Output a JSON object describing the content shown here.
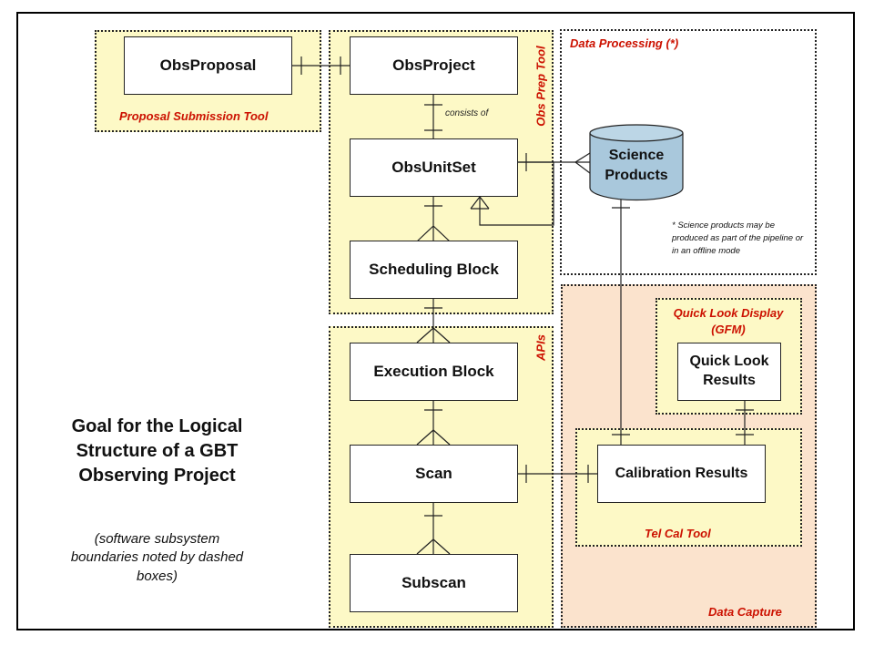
{
  "entities": {
    "obs_proposal": "ObsProposal",
    "obs_project": "ObsProject",
    "obs_unit_set": "ObsUnitSet",
    "scheduling_block": "Scheduling Block",
    "execution_block": "Execution Block",
    "scan": "Scan",
    "subscan": "Subscan",
    "science_products": "Science Products",
    "quick_look_results": "Quick Look Results",
    "calibration_results": "Calibration Results"
  },
  "regions": {
    "proposal_submission_tool": "Proposal Submission Tool",
    "obs_prep_tool": "Obs Prep Tool",
    "data_processing": "Data Processing (*)",
    "apis": "APIs",
    "quick_look_display": "Quick Look Display (GFM)",
    "tel_cal_tool": "Tel Cal Tool",
    "data_capture": "Data Capture"
  },
  "relation_label": "consists of",
  "footnote": "* Science products may be produced as part of the pipeline or in an offline mode",
  "goal_title": "Goal for the Logical Structure of a GBT Observing Project",
  "goal_subtitle": "(software subsystem boundaries noted by dashed boxes)",
  "colors": {
    "region_yellow": "#fdf9c6",
    "region_peach": "#fbe3cd",
    "label_red": "#cc1100",
    "cylinder_blue": "#a9c8dc"
  }
}
